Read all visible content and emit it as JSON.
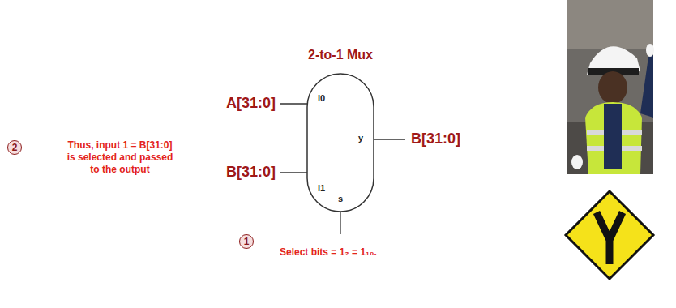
{
  "diagram": {
    "nodes": [
      {
        "text": [
          "2-to-1 Mux",
          "i0",
          "i1",
          "y",
          "s"
        ]
      }
    ],
    "labels": [
      "A[31:0]",
      "B[31:0]",
      "B[31:0]",
      "2",
      "Thus, input 1 = B[31:0] is selected and passed to the output",
      "1",
      "Select bits = 1₂ = 1₁₀."
    ]
  }
}
